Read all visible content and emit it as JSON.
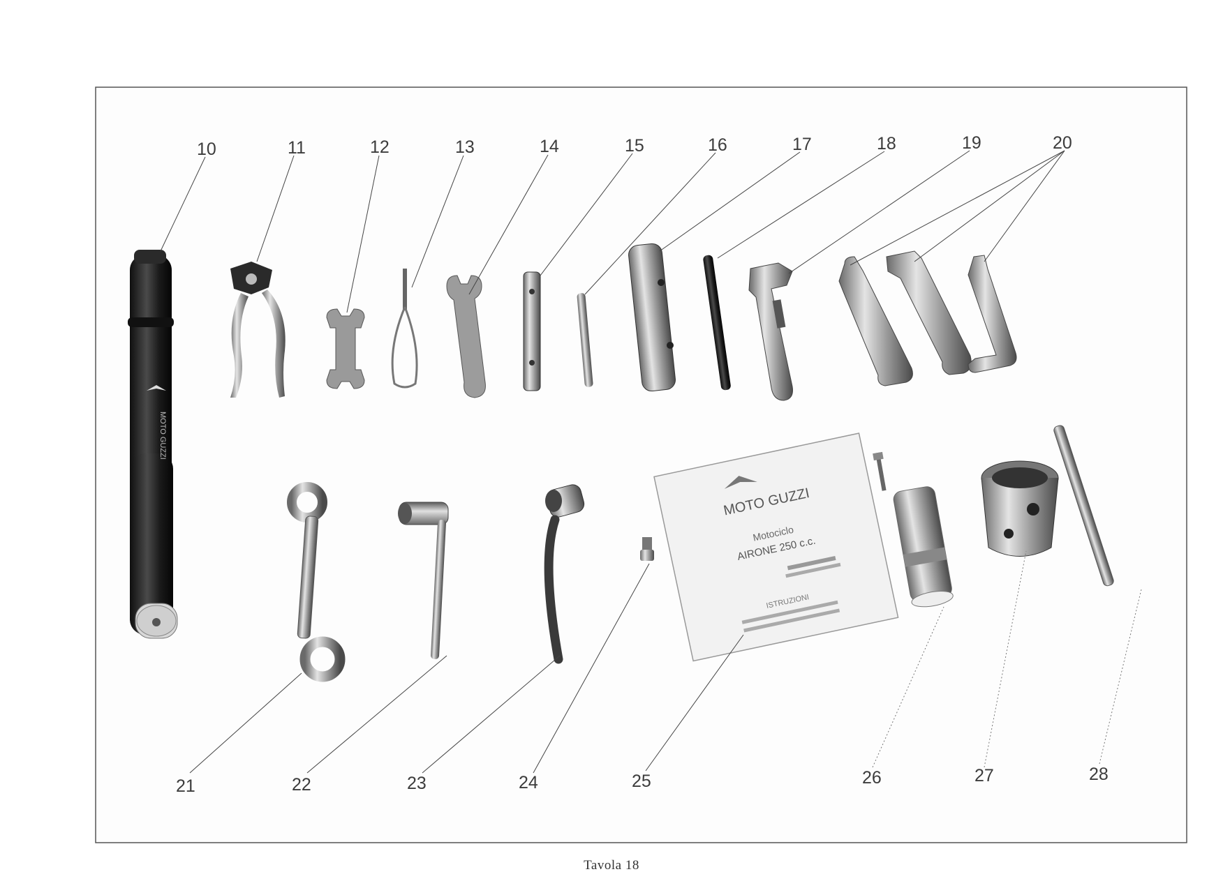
{
  "plate": {
    "caption": "Tavola 18",
    "callouts": [
      "10",
      "11",
      "12",
      "13",
      "14",
      "15",
      "16",
      "17",
      "18",
      "19",
      "20",
      "21",
      "22",
      "23",
      "24",
      "25",
      "26",
      "27",
      "28"
    ]
  },
  "manual": {
    "brand": "MOTO GUZZI",
    "line1": "Motociclo",
    "line2": "AIRONE 250 c.c.",
    "line3": "ISTRUZIONI"
  },
  "pump": {
    "brand": "MOTO GUZZI"
  },
  "colors": {
    "ink": "#3c3c3c",
    "metal": "#a8a8a8",
    "dark": "#1e1e1e"
  }
}
